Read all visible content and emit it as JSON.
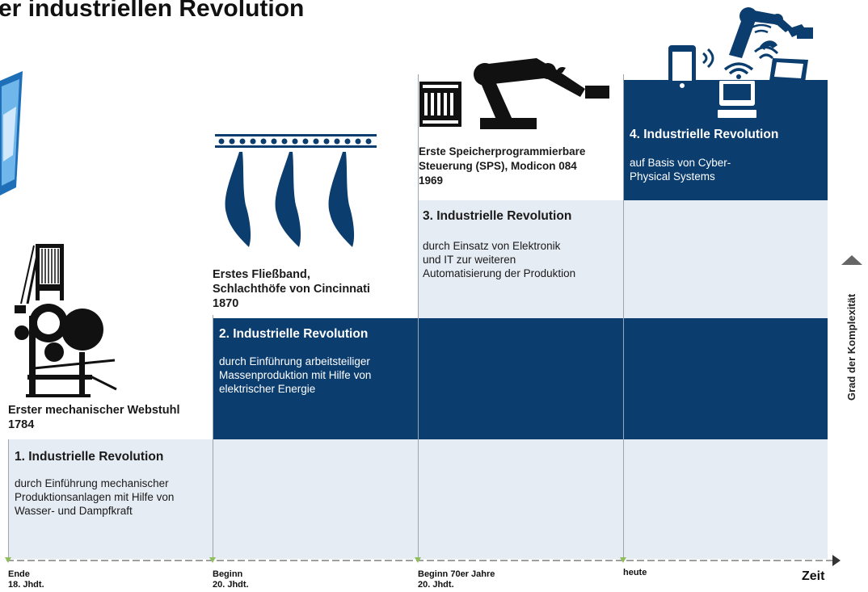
{
  "title": "er industriellen Revolution",
  "stages": [
    {
      "title": "1. Industrielle Revolution",
      "lines": [
        "durch Einführung mechanischer",
        "Produktionsanlagen mit Hilfe von",
        "Wasser- und Dampfkraft"
      ]
    },
    {
      "title": "2. Industrielle Revolution",
      "lines": [
        "durch Einführung arbeitsteiliger",
        "Massenproduktion mit Hilfe von",
        "elektrischer Energie"
      ]
    },
    {
      "title": "3. Industrielle Revolution",
      "lines": [
        "durch Einsatz von Elektronik",
        "und IT zur weiteren",
        "Automatisierung der Produktion"
      ]
    },
    {
      "title": "4. Industrielle Revolution",
      "lines": [
        "auf Basis von Cyber-",
        "Physical Systems"
      ]
    }
  ],
  "captions": [
    {
      "lines": [
        "Erster mechanischer Webstuhl",
        "1784"
      ]
    },
    {
      "lines": [
        "Erstes Fließband,",
        "Schlachthöfe von Cincinnati",
        "1870"
      ]
    },
    {
      "lines": [
        "Erste Speicherprogrammierbare",
        "Steuerung (SPS), Modicon 084",
        "1969"
      ]
    }
  ],
  "time_axis": {
    "label": "Zeit",
    "ticks": [
      {
        "lines": [
          "Ende",
          "18. Jhdt."
        ]
      },
      {
        "lines": [
          "Beginn",
          "20. Jhdt."
        ]
      },
      {
        "lines": [
          "Beginn 70er Jahre",
          "20. Jhdt."
        ]
      },
      {
        "lines": [
          "heute"
        ]
      }
    ]
  },
  "y_axis": {
    "label": "Grad der Komplexität"
  },
  "icons": [
    "loom-icon",
    "conveyor-hooks-icon",
    "robot-arm-icon",
    "plc-rack-icon",
    "smartphone-icon",
    "wifi-icon",
    "computer-icon",
    "tablet-icon",
    "robot-arm-modern-icon"
  ],
  "colors": {
    "dark_band": "#0b3d6f",
    "light_band": "#e6ecf4",
    "tick_marker": "#8fbf5a"
  }
}
